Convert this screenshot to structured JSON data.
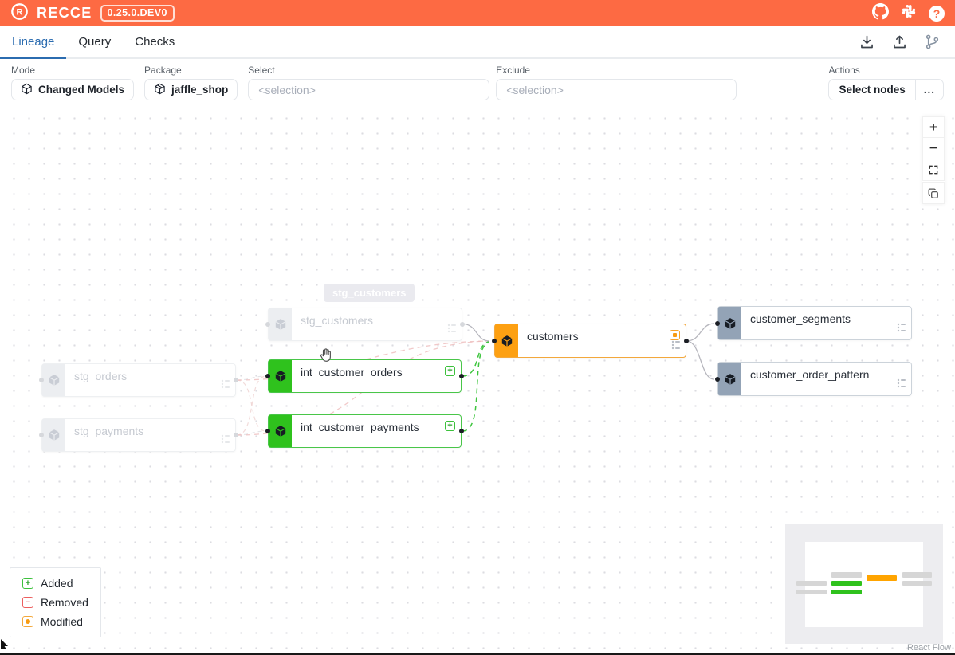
{
  "header": {
    "brand": "RECCE",
    "logo_letter": "R",
    "version": "0.25.0.DEV0",
    "help_glyph": "?"
  },
  "tabs": [
    {
      "label": "Lineage",
      "active": true
    },
    {
      "label": "Query",
      "active": false
    },
    {
      "label": "Checks",
      "active": false
    }
  ],
  "toolbar": {
    "mode": {
      "label": "Mode",
      "value": "Changed Models"
    },
    "package": {
      "label": "Package",
      "value": "jaffle_shop"
    },
    "select": {
      "label": "Select",
      "placeholder": "<selection>"
    },
    "exclude": {
      "label": "Exclude",
      "placeholder": "<selection>"
    },
    "actions": {
      "label": "Actions",
      "select_nodes": "Select nodes",
      "more": "..."
    }
  },
  "graph": {
    "tooltip": "stg_customers",
    "badge_added": "+",
    "nodes": [
      {
        "label": "stg_customers",
        "status": "unchanged-faded"
      },
      {
        "label": "stg_orders",
        "status": "unchanged-faded"
      },
      {
        "label": "stg_payments",
        "status": "unchanged-faded"
      },
      {
        "label": "int_customer_orders",
        "status": "added"
      },
      {
        "label": "int_customer_payments",
        "status": "added"
      },
      {
        "label": "customers",
        "status": "modified"
      },
      {
        "label": "customer_segments",
        "status": "downstream"
      },
      {
        "label": "customer_order_pattern",
        "status": "downstream"
      }
    ]
  },
  "legend": {
    "items": [
      {
        "label": "Added",
        "glyph": "+"
      },
      {
        "label": "Removed",
        "glyph": "−"
      },
      {
        "label": "Modified",
        "glyph": ""
      }
    ]
  },
  "controls": {
    "zoom_in": "+",
    "zoom_out": "−"
  },
  "minimap": {
    "attribution": "React Flow"
  },
  "colors": {
    "accent": "#fd6a43",
    "added": "#2fc21d",
    "removed": "#ec5f5f",
    "modified": "#fda012",
    "downstream": "#93a3b6",
    "tab_active": "#2b6cb0"
  }
}
